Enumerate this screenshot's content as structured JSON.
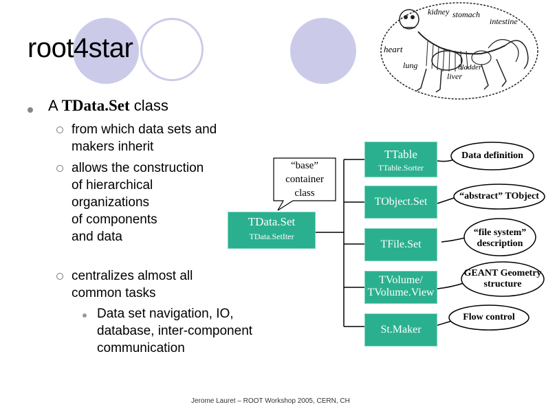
{
  "slide": {
    "title": "root4star",
    "bullet1": {
      "prefix": "A",
      "class_name": "TData.Set",
      "suffix": "class"
    },
    "sub1_lines": [
      "from which data sets and",
      "makers inherit"
    ],
    "sub2_lines": [
      "allows the construction",
      "of hierarchical",
      "organizations",
      "of components",
      "and data"
    ],
    "sub3_lines": [
      "centralizes almost all",
      "common tasks"
    ],
    "sub3_detail_lines": [
      "Data set navigation, IO,",
      "database, inter-component",
      "communication"
    ],
    "footer": "Jerome Lauret – ROOT Workshop 2005, CERN, CH"
  },
  "animal_labels": {
    "kidney": "kidney",
    "stomach": "stomach",
    "intestine": "intestine",
    "heart": "heart",
    "lung": "lung",
    "bladder": "bladder",
    "liver": "liver"
  },
  "diagram": {
    "callout": [
      "“base”",
      "container",
      "class"
    ],
    "tdataset": {
      "name": "TData.Set",
      "iter": "TData.SetIter"
    },
    "nodes": [
      {
        "name": "TTable",
        "sub": "TTable.Sorter"
      },
      {
        "name": "TObject.Set",
        "sub": ""
      },
      {
        "name": "TFile.Set",
        "sub": ""
      },
      {
        "name": "TVolume/",
        "sub": "TVolume.View"
      },
      {
        "name": "St.Maker",
        "sub": ""
      }
    ],
    "clouds": [
      [
        "Data definition"
      ],
      [
        "“abstract” TObject"
      ],
      [
        "“file system”",
        "description"
      ],
      [
        "GEANT Geometry",
        "structure"
      ],
      [
        "Flow control"
      ]
    ],
    "colors": {
      "box_fill": "#2bb08f",
      "deco_circle": "#c9c9e8",
      "line": "#000000"
    }
  }
}
